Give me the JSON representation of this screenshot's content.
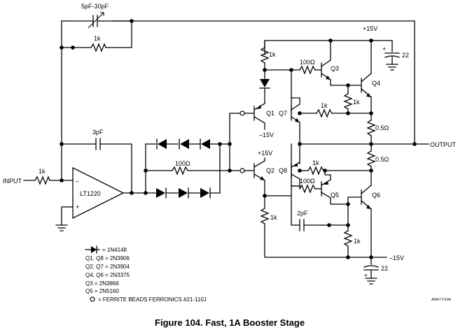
{
  "caption": "Figure 104. Fast, 1A Booster Stage",
  "figure_code": "AN47 F104",
  "labels": {
    "cap_var": "5pF-30pF",
    "r_fb": "1k",
    "cap_3pf": "3pF",
    "r_in": "1k",
    "input": "INPUT",
    "output": "OUTPUT",
    "opamp": "LT1220",
    "minus": "–",
    "plus": "+",
    "r_100_mid": "100Ω",
    "q1": "Q1",
    "q2": "Q2",
    "q3": "Q3",
    "q4": "Q4",
    "q5": "Q5",
    "q6": "Q6",
    "q7": "Q7",
    "q8": "Q8",
    "v_q1": "–15V",
    "v_q2": "+15V",
    "v_top": "+15V",
    "v_bot": "–15V",
    "r_1k_top": "1k",
    "r_100_q3": "100Ω",
    "r_1k_q3": "1k",
    "r_1k_q7": "1k",
    "r_05_top": "0.5Ω",
    "r_05_bot": "0.5Ω",
    "r_1k_q8": "1k",
    "r_100_q5": "100Ω",
    "r_1k_q2": "1k",
    "cap_2pf": "2pF",
    "r_1k_q5": "1k",
    "cap_22_top": "22",
    "cap_22_bot": "22",
    "cap_plus_top": "+",
    "cap_plus_bot": "+"
  },
  "legend": [
    "= 1N4148",
    "Q1, Q8 = 2N3906",
    "Q2, Q7 = 2N3904",
    "Q4, Q6 = 2N3375",
    "Q3 = 2N3866",
    "Q5 = 2N5160",
    "= FERRITE BEADS FERRONICS #21-110J"
  ]
}
